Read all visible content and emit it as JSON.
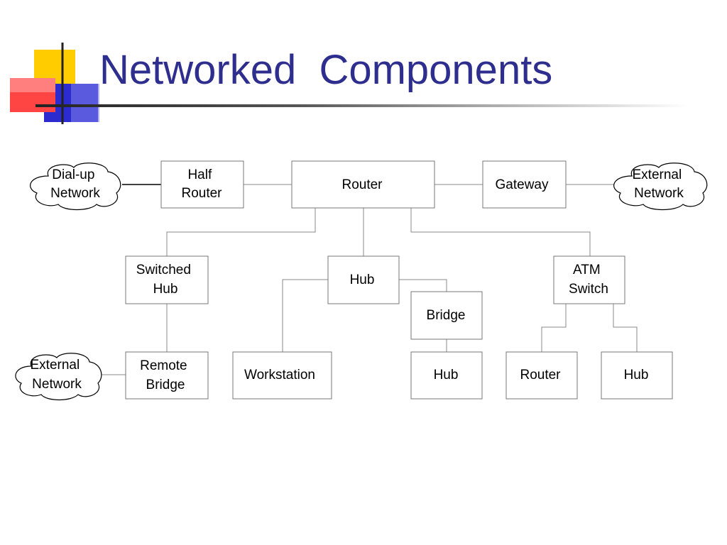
{
  "slide": {
    "title": "Networked  Components"
  },
  "colors": {
    "title": "#2e2e8f",
    "logo_yellow": "#ffcc00",
    "logo_blue": "#2b2bd0",
    "logo_red": "#ff3333"
  },
  "nodes": {
    "dialup_network": [
      "Dial-up",
      "Network"
    ],
    "half_router": [
      "Half",
      "Router"
    ],
    "router_main": [
      "Router"
    ],
    "gateway": [
      "Gateway"
    ],
    "external_network_top": [
      "External",
      "Network"
    ],
    "switched_hub": [
      "Switched",
      "Hub"
    ],
    "hub_center": [
      "Hub"
    ],
    "bridge": [
      "Bridge"
    ],
    "atm_switch": [
      "ATM",
      "Switch"
    ],
    "external_network_bottom": [
      "External",
      "Network"
    ],
    "remote_bridge": [
      "Remote",
      "Bridge"
    ],
    "workstation": [
      "Workstation"
    ],
    "hub_bottom_bridge": [
      "Hub"
    ],
    "router_bottom": [
      "Router"
    ],
    "hub_bottom_atm": [
      "Hub"
    ]
  }
}
